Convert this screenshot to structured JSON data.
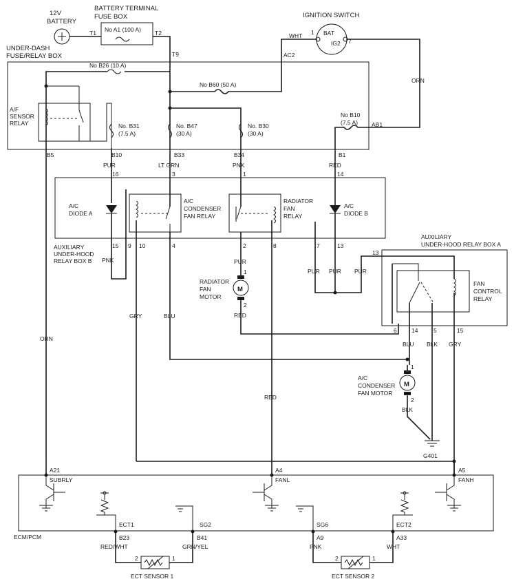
{
  "battery": {
    "label1": "12V",
    "label2": "BATTERY"
  },
  "battery_fuse_box": {
    "label1": "BATTERY TERMINAL",
    "label2": "FUSE BOX",
    "fuse": "No  A1 (100 A)",
    "t1": "T1",
    "t2": "T2"
  },
  "ignition_switch": {
    "label": "IGNITION SWITCH",
    "bat": "BAT",
    "ig2": "IG2",
    "pin1": "1",
    "pin7": "7",
    "wire_wht": "WHT",
    "wire_orn": "ORN"
  },
  "underdash_box": {
    "label1": "UNDER-DASH",
    "label2": "FUSE/RELAY BOX",
    "t9": "T9",
    "ac2": "AC2",
    "ab1": "AB1",
    "fuse_b26": "No  B26 (10 A)",
    "fuse_b60": "No  B60 (50 A)",
    "fuse_b31_1": "No. B31",
    "fuse_b31_2": "(7.5 A)",
    "fuse_b47_1": "No. B47",
    "fuse_b47_2": "(30 A)",
    "fuse_b30_1": "No. B30",
    "fuse_b30_2": "(30 A)",
    "fuse_b10_1": "No  B10",
    "fuse_b10_2": "(7.5 A)",
    "af_relay1": "A/F",
    "af_relay2": "SENSOR",
    "af_relay3": "RELAY",
    "b5": "B5",
    "b10": "B10",
    "b33": "B33",
    "b34": "B34",
    "b1": "B1"
  },
  "wires": {
    "pur": "PUR",
    "ltgrn": "LT GRN",
    "pnk": "PNK",
    "red": "RED",
    "gry": "GRY",
    "blu": "BLU",
    "orn": "ORN",
    "blk": "BLK"
  },
  "relay_box_b": {
    "label1": "AUXILIARY",
    "label2": "UNDER-HOOD",
    "label3": "RELAY BOX B",
    "diode_a1": "A/C",
    "diode_a2": "DIODE A",
    "diode_b1": "A/C",
    "diode_b2": "DIODE B",
    "cond_relay1": "A/C",
    "cond_relay2": "CONDENSER",
    "cond_relay3": "FAN RELAY",
    "rad_relay1": "RADIATOR",
    "rad_relay2": "FAN",
    "rad_relay3": "RELAY",
    "p16": "16",
    "p3": "3",
    "p1": "1",
    "p14": "14",
    "p15": "15",
    "p9": "9",
    "p10": "10",
    "p4": "4",
    "p2": "2",
    "p8": "8",
    "p7": "7",
    "p13": "13"
  },
  "radiator_motor": {
    "label1": "RADIATOR",
    "label2": "FAN",
    "label3": "MOTOR",
    "m": "M",
    "pin1": "1",
    "pin2": "2"
  },
  "relay_box_a": {
    "label1": "AUXILIARY",
    "label2": "UNDER-HOOD RELAY BOX A",
    "relay1": "FAN",
    "relay2": "CONTROL",
    "relay3": "RELAY",
    "p13": "13",
    "p6": "6",
    "p14": "14",
    "p5": "5",
    "p15": "15"
  },
  "condenser_motor": {
    "label1": "A/C",
    "label2": "CONDENSER",
    "label3": "FAN MOTOR",
    "m": "M",
    "pin1": "1",
    "pin2": "2"
  },
  "ground": {
    "g401": "G401"
  },
  "ecm": {
    "label": "ECM/PCM",
    "a21": "A21",
    "subrly": "SUBRLY",
    "a4": "A4",
    "fanl": "FANL",
    "a5": "A5",
    "fanh": "FANH",
    "ect1": "ECT1",
    "sg2": "SG2",
    "sg6": "SG6",
    "ect2": "ECT2",
    "b23": "B23",
    "b41": "B41",
    "a9": "A9",
    "a33": "A33",
    "w_redwht": "RED/WHT",
    "w_grnyel": "GRN/YEL",
    "w_pnk": "PNK",
    "w_wht": "WHT",
    "ect_sensor1": "ECT SENSOR 1",
    "ect_sensor2": "ECT SENSOR 2",
    "s1p1": "1",
    "s1p2": "2",
    "s2p1": "1",
    "s2p2": "2"
  }
}
